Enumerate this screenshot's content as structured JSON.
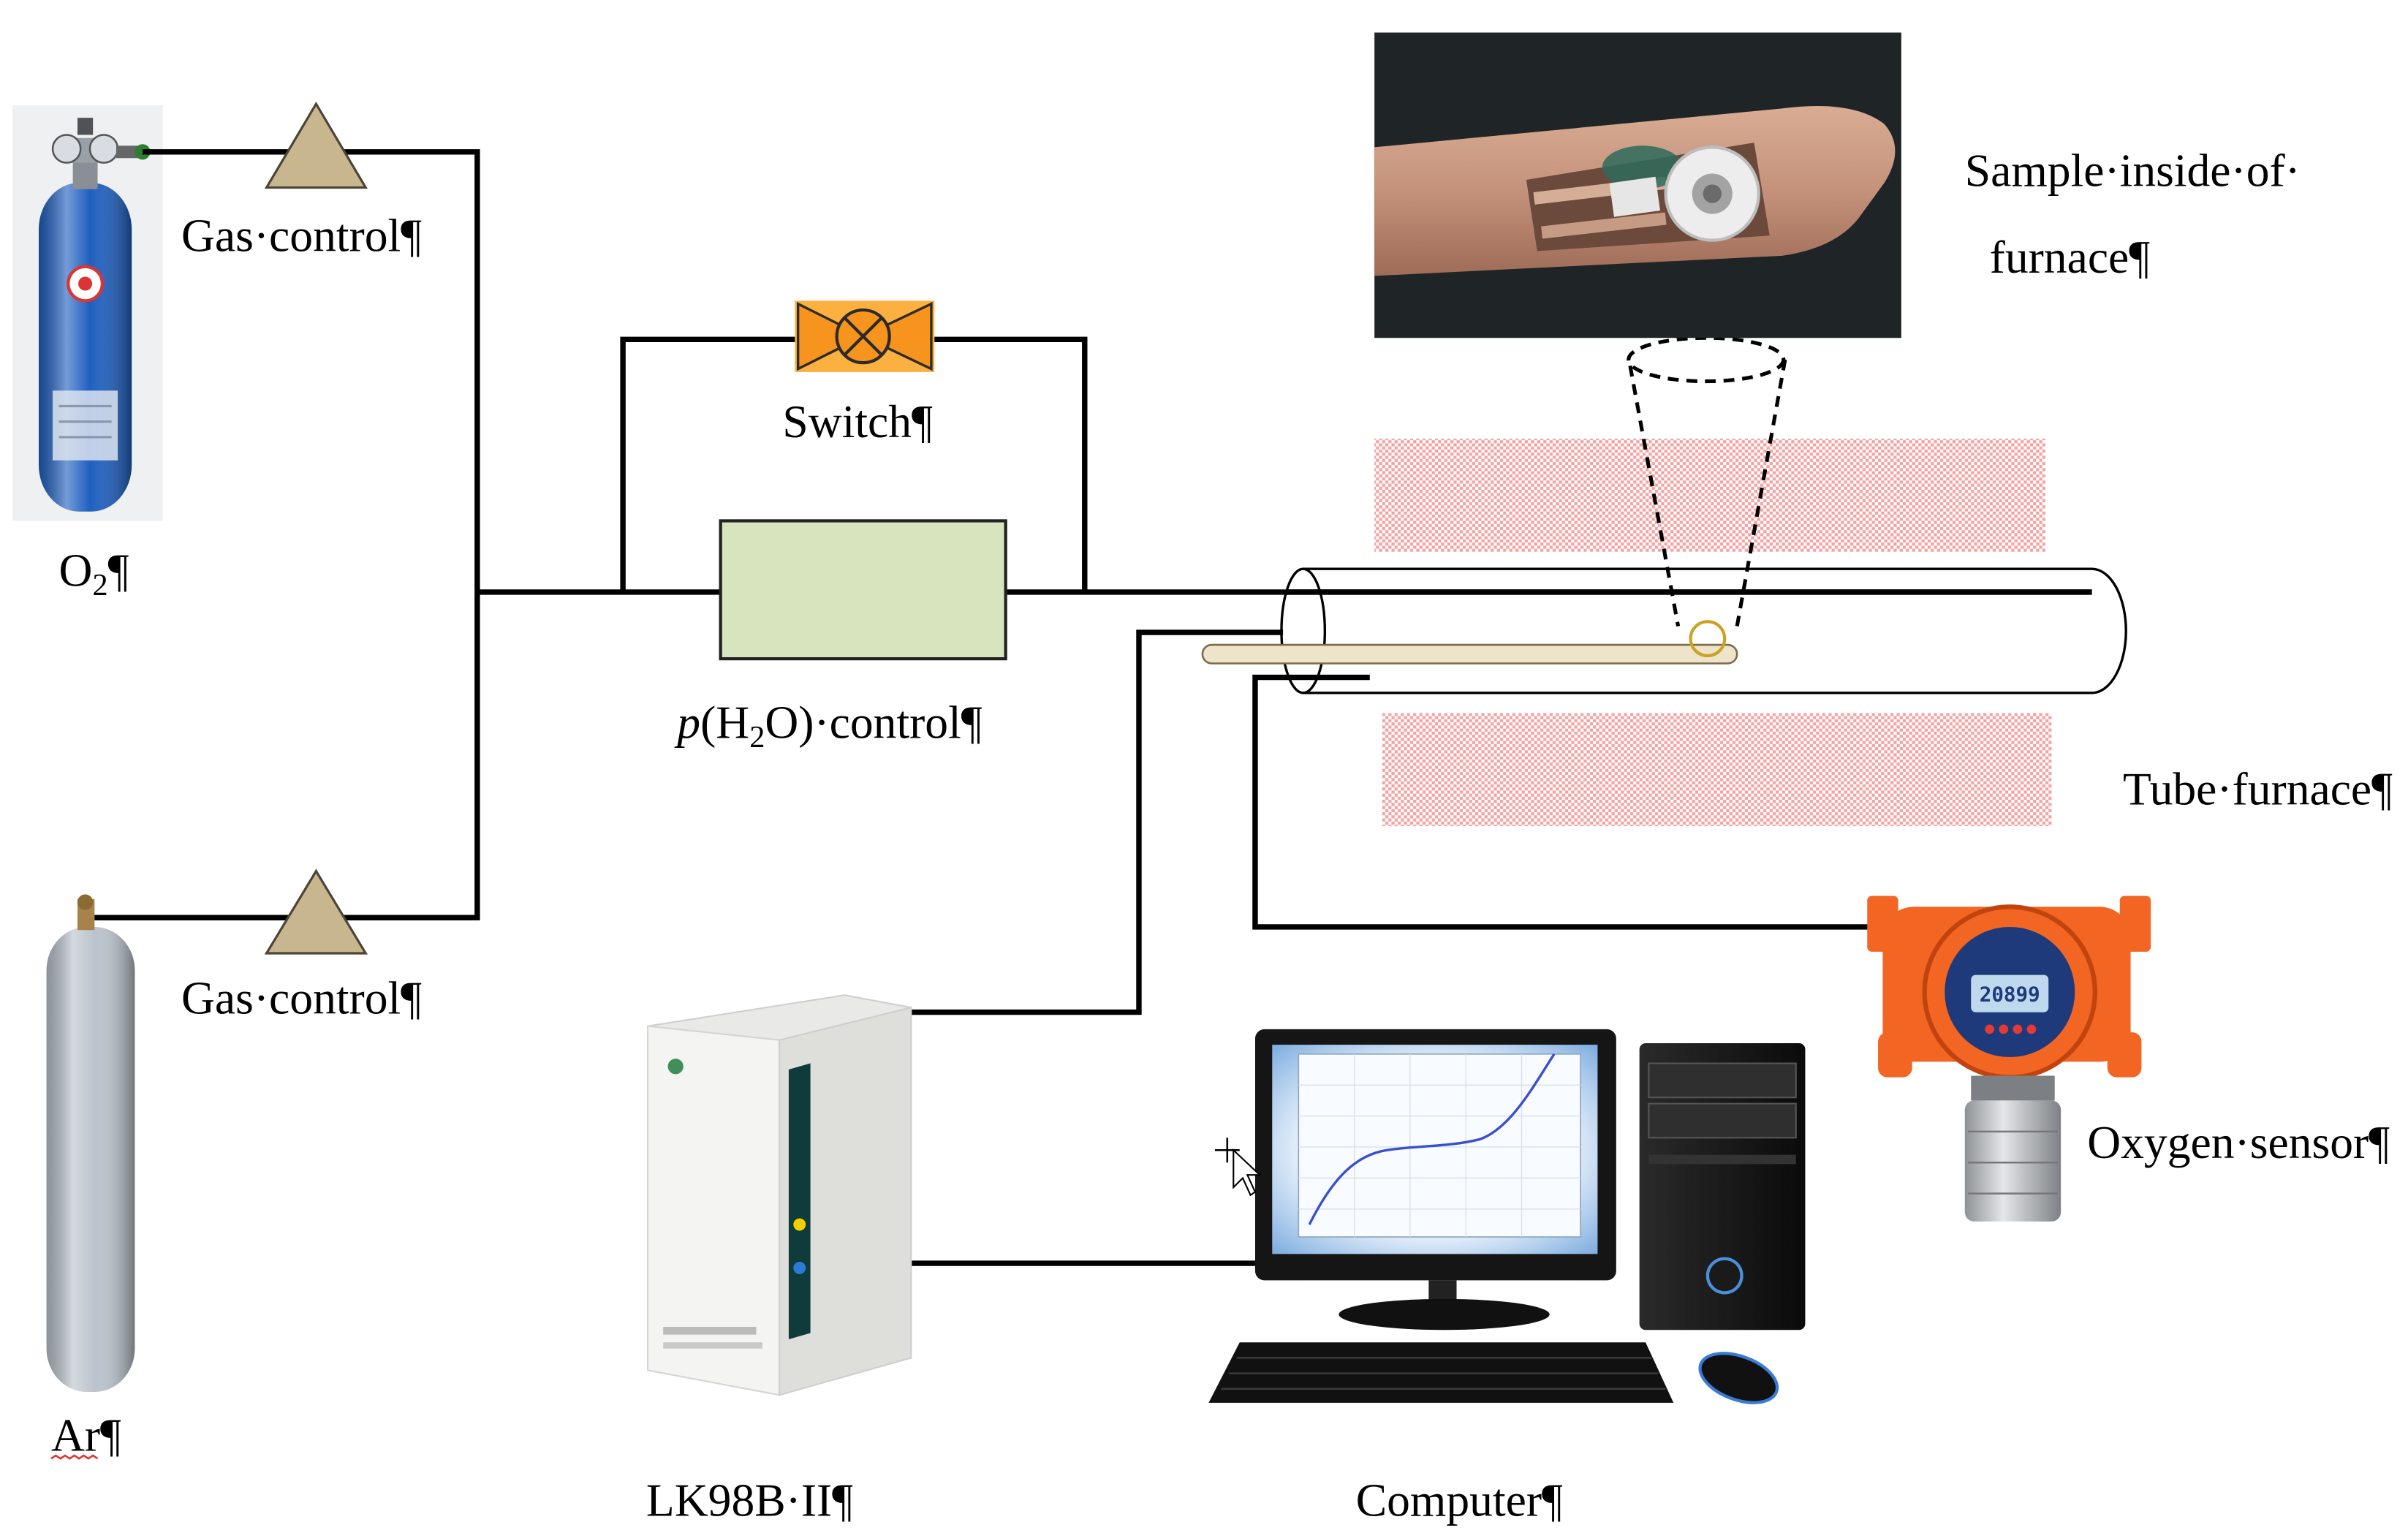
{
  "diagram": {
    "o2_cylinder": {
      "symbol": "O",
      "subscript": "2",
      "tail": "¶"
    },
    "ar_cylinder": {
      "symbol": "Ar",
      "tail": "¶"
    },
    "gas_control_o2": {
      "label": "Gas·control¶"
    },
    "gas_control_ar": {
      "label": "Gas·control¶"
    },
    "switch_valve": {
      "label": "Switch¶"
    },
    "humidity_control": {
      "italic": "p",
      "open": "(H",
      "subscript": "2",
      "rest": "O)·control¶"
    },
    "sample_photo": {
      "caption_line1": "Sample·inside·of·",
      "caption_line2": "furnace¶"
    },
    "tube_furnace": {
      "label": "Tube·furnace¶"
    },
    "oxygen_sensor": {
      "label": "Oxygen·sensor¶",
      "display_value": "20899"
    },
    "analyzer": {
      "label": "LK98B·II¶"
    },
    "computer": {
      "label": "Computer¶"
    }
  },
  "colors": {
    "gas_control": "#C8B68E",
    "switch_valve": "#F7941D",
    "humidity_box": "#D7E4BD",
    "heater": "#F4A3A3",
    "sample_marker": "#C9A227",
    "sample_rod": "#EDE4C9",
    "oxygen_sensor_body": "#F26522",
    "o2_cylinder": "#1F5FBF",
    "ar_cylinder": "#BAC3CC"
  }
}
